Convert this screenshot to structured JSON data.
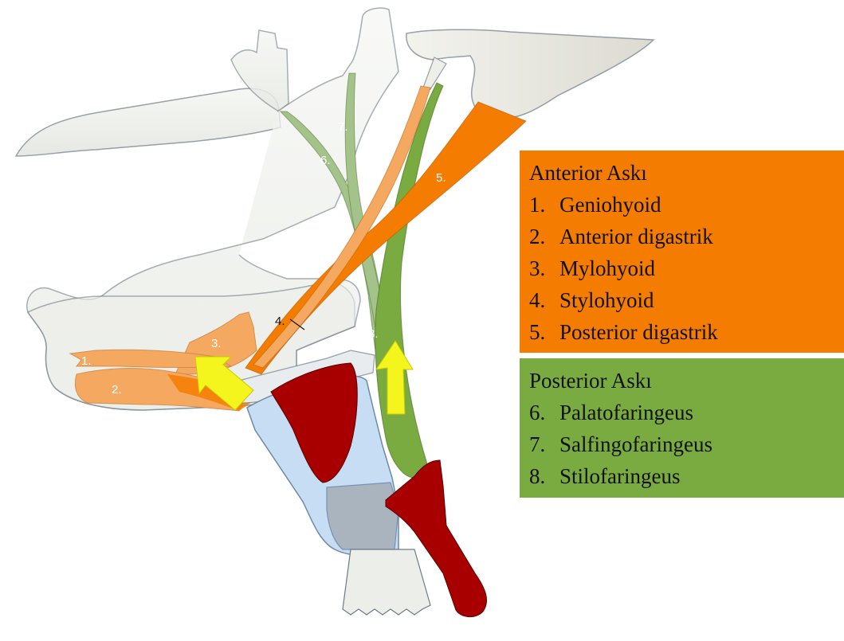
{
  "diagram": {
    "labels": {
      "l1": "1.",
      "l2": "2.",
      "l3": "3.",
      "l4": "4.",
      "l5": "5.",
      "l6": "6.",
      "l7": "7.",
      "l8": "8."
    }
  },
  "legend": {
    "anterior": {
      "title": "Anterior Askı",
      "color": "#F47C00",
      "items": [
        {
          "num": "1.",
          "name": "Geniohyoid"
        },
        {
          "num": "2.",
          "name": "Anterior digastrik"
        },
        {
          "num": "3.",
          "name": "Mylohyoid"
        },
        {
          "num": "4.",
          "name": "Stylohyoid"
        },
        {
          "num": "5.",
          "name": "Posterior digastrik"
        }
      ]
    },
    "posterior": {
      "title": "Posterior Askı",
      "color": "#7AAB40",
      "items": [
        {
          "num": "6.",
          "name": "Palatofaringeus"
        },
        {
          "num": "7.",
          "name": "Salfingofaringeus"
        },
        {
          "num": "8.",
          "name": "Stilofaringeus"
        }
      ]
    }
  },
  "colors": {
    "bone": "#EEF0EC",
    "orange_muscle": "#F47C00",
    "light_orange_muscle": "#F5A860",
    "green_muscle": "#7AAB40",
    "light_green_muscle": "#A3C38B",
    "cartilage": "#C6DDF4",
    "red_structure": "#A80000",
    "arrow": "#F5F51E"
  }
}
